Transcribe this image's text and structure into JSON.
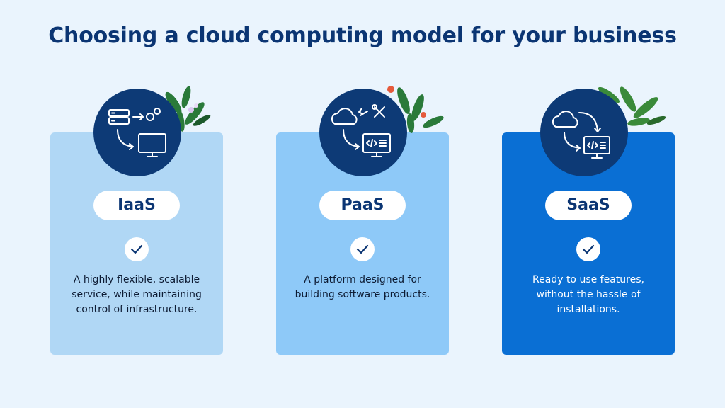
{
  "title": "Choosing a cloud computing model for your business",
  "colors": {
    "background": "#eaf4fd",
    "title": "#0b3573",
    "icon_circle": "#0d3a76",
    "card_iaas": "#b0d7f5",
    "card_paas": "#8ec9f8",
    "card_saas": "#0a6fd4"
  },
  "cards": [
    {
      "label": "IaaS",
      "description": "A highly flexible, scalable service, while maintaining control of infrastructure.",
      "icon": "server-gear-monitor-icon",
      "check_icon": "check-icon"
    },
    {
      "label": "PaaS",
      "description": "A platform designed for building software products.",
      "icon": "cloud-tools-code-monitor-icon",
      "check_icon": "check-icon"
    },
    {
      "label": "SaaS",
      "description": "Ready to use features, without the hassle of installations.",
      "icon": "cloud-code-monitor-icon",
      "check_icon": "check-icon"
    }
  ]
}
